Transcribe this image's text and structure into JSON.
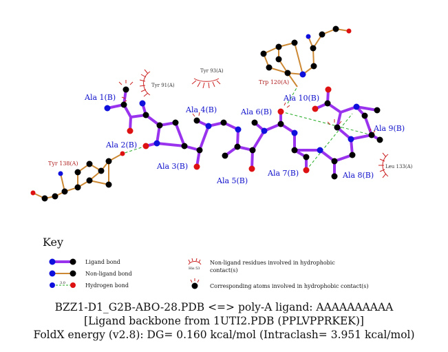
{
  "residues": {
    "ala1": "Ala 1(B)",
    "ala2": "Ala 2(B)",
    "ala3": "Ala 3(B)",
    "ala4": "Ala 4(B)",
    "ala5": "Ala 5(B)",
    "ala6": "Ala 6(B)",
    "ala7": "Ala 7(B)",
    "ala8": "Ala 8(B)",
    "ala9": "Ala 9(B)",
    "ala10": "Ala 10(B)",
    "tyr138": "Tyr 138(A)",
    "trp120": "Trp 120(A)",
    "tyr91": "Tyr 91(A)",
    "tyr93": "Tyr 93(A)",
    "leu133": "Leu 133(A)"
  },
  "key": {
    "title": "Key",
    "ligand_bond": "Ligand bond",
    "non_ligand_bond": "Non-ligand bond",
    "hydrogen_bond": "Hydrogen bond",
    "hbond_length": "3.0",
    "hp_sample": "His 53",
    "hp_residue_line1": "Non-ligand residues involved in hydrophobic",
    "hp_residue_line2": "contact(s)",
    "hp_atoms": "Corresponding atoms involved in hydrophobic contact(s)"
  },
  "footer": {
    "line1": "BZZ1-D1_G2B-ABO-28.PDB <=> poly-A ligand: AAAAAAAAAA",
    "line2": "[Ligand backbone from 1UTI2.PDB (PPLVPPRKEK)]",
    "line3": "FoldX energy (v2.8): DG= 0.160 kcal/mol (Intraclash= 3.951 kcal/mol)"
  },
  "colors": {
    "ligand_bond": "#9933ee",
    "non_ligand_bond": "#cc8833",
    "hbond": "#22aa22",
    "carbon": "#000000",
    "nitrogen": "#1010dd",
    "oxygen": "#dd1111",
    "hydrophobic": "#cc2222"
  }
}
